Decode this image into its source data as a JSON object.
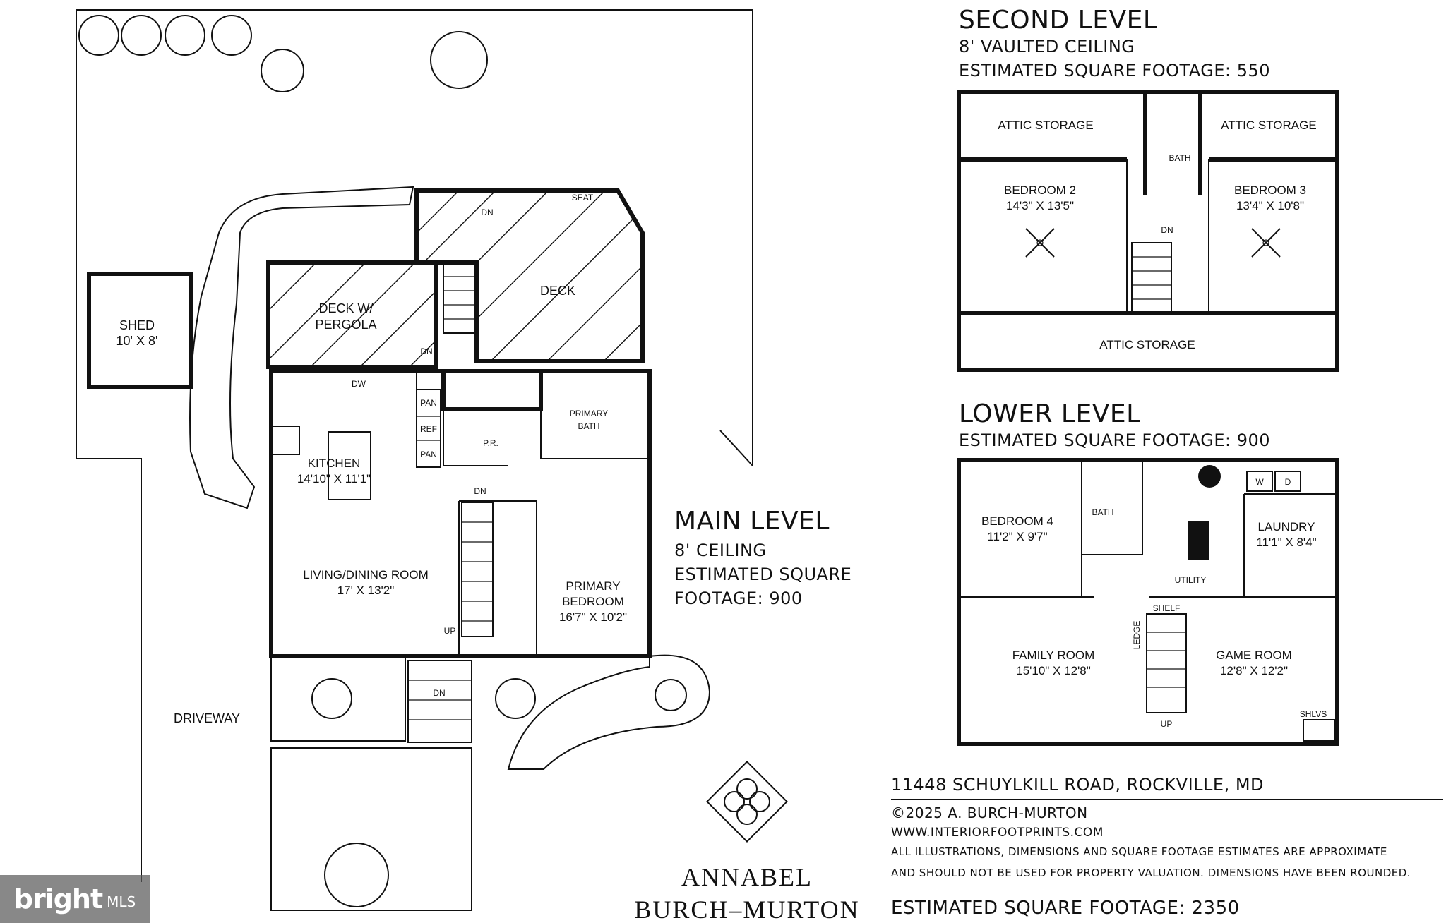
{
  "main_level": {
    "title": "MAIN LEVEL",
    "ceiling": "8' CEILING",
    "sqft_line1": "ESTIMATED SQUARE",
    "sqft_line2": "FOOTAGE: 900",
    "rooms": {
      "shed": "SHED",
      "shed_dim": "10' X 8'",
      "deck_pergola_1": "DECK W/",
      "deck_pergola_2": "PERGOLA",
      "deck": "DECK",
      "seat": "SEAT",
      "kitchen": "KITCHEN",
      "kitchen_dim": "14'10\" X 11'1\"",
      "living": "LIVING/DINING ROOM",
      "living_dim": "17' X 13'2\"",
      "primary_bath_1": "PRIMARY",
      "primary_bath_2": "BATH",
      "pr": "P.R.",
      "primary_bed_1": "PRIMARY",
      "primary_bed_2": "BEDROOM",
      "primary_bed_dim": "16'7\" X 10'2\"",
      "pan": "PAN",
      "ref": "REF",
      "dw": "DW",
      "dn": "DN",
      "up": "UP",
      "driveway": "DRIVEWAY"
    }
  },
  "second_level": {
    "title": "SECOND LEVEL",
    "ceiling": "8' VAULTED CEILING",
    "sqft": "ESTIMATED SQUARE FOOTAGE: 550",
    "rooms": {
      "attic_left": "ATTIC STORAGE",
      "attic_right": "ATTIC STORAGE",
      "attic_bottom": "ATTIC STORAGE",
      "bath": "BATH",
      "bed2": "BEDROOM 2",
      "bed2_dim": "14'3\" X 13'5\"",
      "bed3": "BEDROOM 3",
      "bed3_dim": "13'4\" X 10'8\"",
      "dn": "DN"
    }
  },
  "lower_level": {
    "title": "LOWER LEVEL",
    "sqft": "ESTIMATED SQUARE FOOTAGE: 900",
    "rooms": {
      "bed4": "BEDROOM 4",
      "bed4_dim": "11'2\" X 9'7\"",
      "bath": "BATH",
      "laundry": "LAUNDRY",
      "laundry_dim": "11'1\" X 8'4\"",
      "w": "W",
      "d": "D",
      "utility": "UTILITY",
      "shelf": "SHELF",
      "ledge": "LEDGE",
      "family": "FAMILY ROOM",
      "family_dim": "15'10\" X 12'8\"",
      "game": "GAME ROOM",
      "game_dim": "12'8\" X 12'2\"",
      "shlvs": "SHLVS",
      "up": "UP"
    }
  },
  "info": {
    "address": "11448 SCHUYLKILL ROAD, ROCKVILLE, MD",
    "copyright": "©2025 A. BURCH-MURTON",
    "website": "WWW.INTERIORFOOTPRINTS.COM",
    "disclaimer_1": "ALL ILLUSTRATIONS, DIMENSIONS AND SQUARE FOOTAGE ESTIMATES ARE APPROXIMATE",
    "disclaimer_2": "AND  SHOULD NOT BE USED FOR PROPERTY VALUATION. DIMENSIONS HAVE BEEN ROUNDED.",
    "total_sqft": "ESTIMATED SQUARE FOOTAGE: 2350"
  },
  "logo": {
    "line1": "ANNABEL",
    "line2": "BURCH–MURTON"
  },
  "badge": {
    "brand": "bright",
    "suffix": "MLS"
  },
  "colors": {
    "ink": "#111111",
    "paper": "#ffffff",
    "badge_bg": "#5a5a5a"
  }
}
